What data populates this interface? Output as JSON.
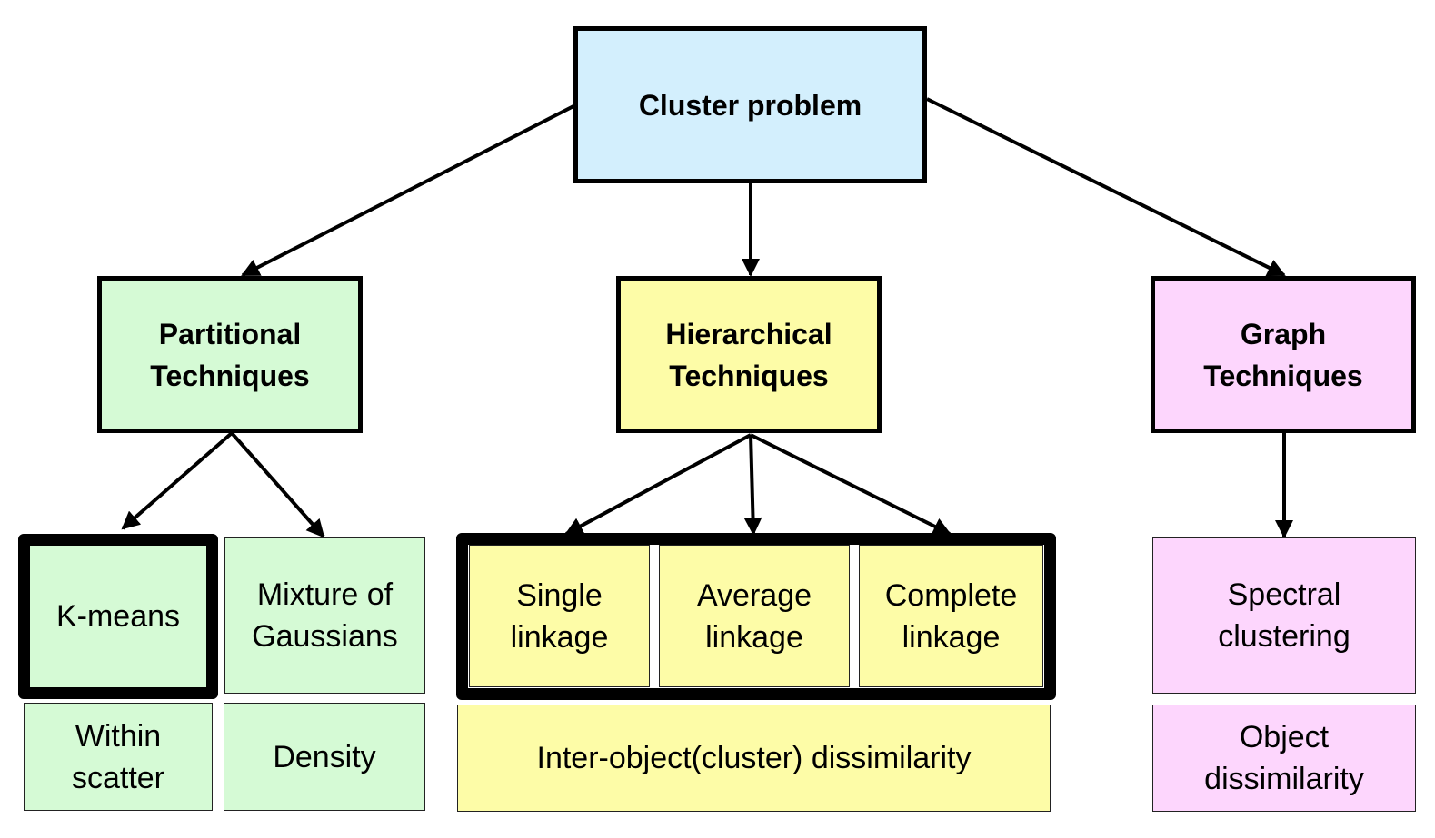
{
  "colors": {
    "root": "#d3effd",
    "partitional": "#d5fad5",
    "hierarchical": "#fdfca7",
    "graph": "#fdd6fd",
    "stroke": "#000000"
  },
  "root": {
    "label": "Cluster problem"
  },
  "categories": {
    "partitional": {
      "label": "Partitional\nTechniques"
    },
    "hierarchical": {
      "label": "Hierarchical\nTechniques"
    },
    "graph": {
      "label": "Graph\nTechniques"
    }
  },
  "methods": {
    "kmeans": "K-means",
    "mixture": "Mixture of\nGaussians",
    "single": "Single\nlinkage",
    "average": "Average\nlinkage",
    "complete": "Complete\nlinkage",
    "spectral": "Spectral\nclustering"
  },
  "criteria": {
    "within_scatter": "Within\nscatter",
    "density": "Density",
    "inter_object": "Inter-object(cluster) dissimilarity",
    "object_dissimilarity": "Object\ndissimilarity"
  }
}
